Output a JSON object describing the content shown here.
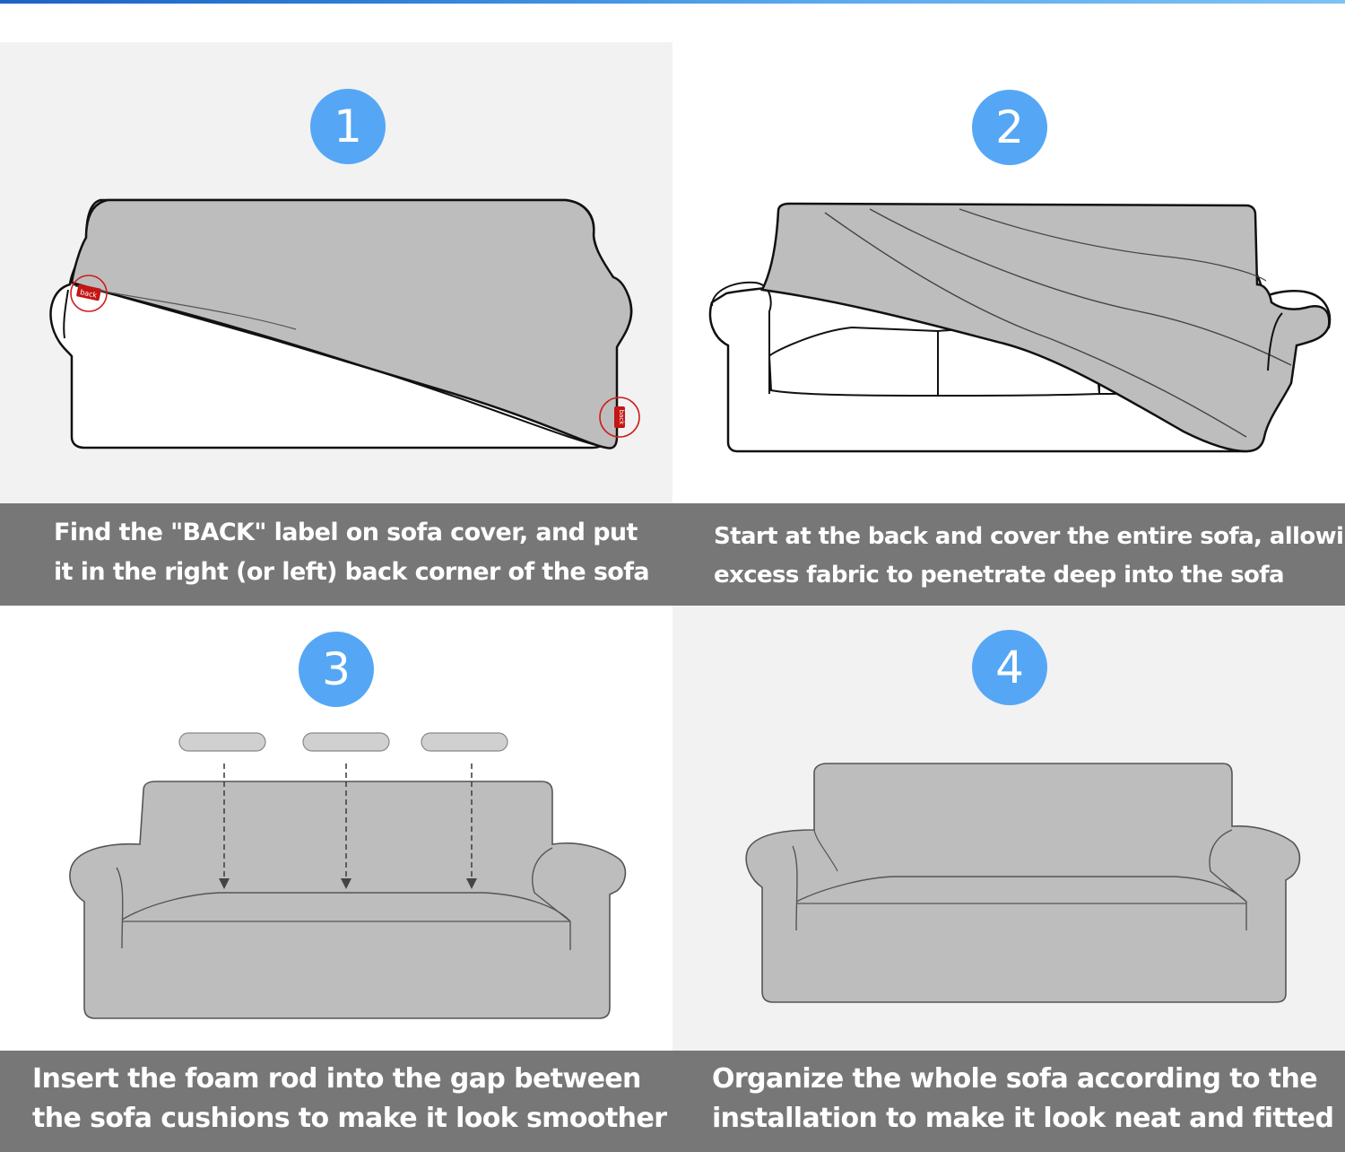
{
  "steps": [
    {
      "number": "1",
      "caption_line1": "Find the \"BACK\" label on sofa cover, and put",
      "caption_line2": "it in the right (or left) back corner of the sofa",
      "tag_text": "back"
    },
    {
      "number": "2",
      "caption_line1": "Start at the back and cover the entire sofa, allowing",
      "caption_line2": "excess fabric to penetrate deep into the sofa"
    },
    {
      "number": "3",
      "caption_line1": "Insert the foam rod into the gap between",
      "caption_line2": "the sofa cushions to make it look smoother"
    },
    {
      "number": "4",
      "caption_line1": "Organize the whole sofa according to the",
      "caption_line2": "installation to make it look neat and fitted"
    }
  ],
  "colors": {
    "badge": "#55a7f5",
    "caption_bar": "#777777",
    "panel_gray": "#f2f2f2",
    "sofa_cover": "#bdbdbd",
    "tag_red": "#d01c1c",
    "accent_top": "#2f7fd8"
  },
  "icons": [
    "sofa-illustration",
    "back-label-tag",
    "foam-rod-icon",
    "arrow-down-icon"
  ]
}
